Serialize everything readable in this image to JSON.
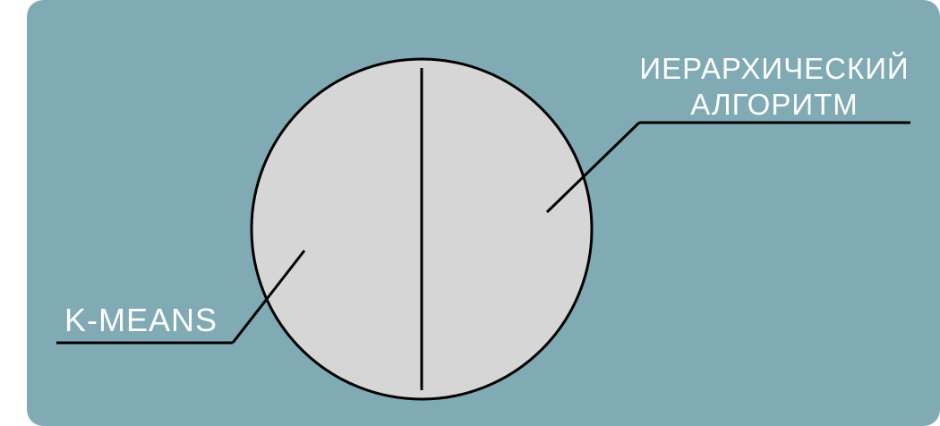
{
  "colors": {
    "background": "#80aab4",
    "circle_fill": "#d6d6d6",
    "stroke": "#000000",
    "label_text": "#ffffff"
  },
  "labels": {
    "left": "K-MEANS",
    "right_line1": "ИЕРАРХИЧЕСКИЙ",
    "right_line2": "АЛГОРИТМ"
  }
}
